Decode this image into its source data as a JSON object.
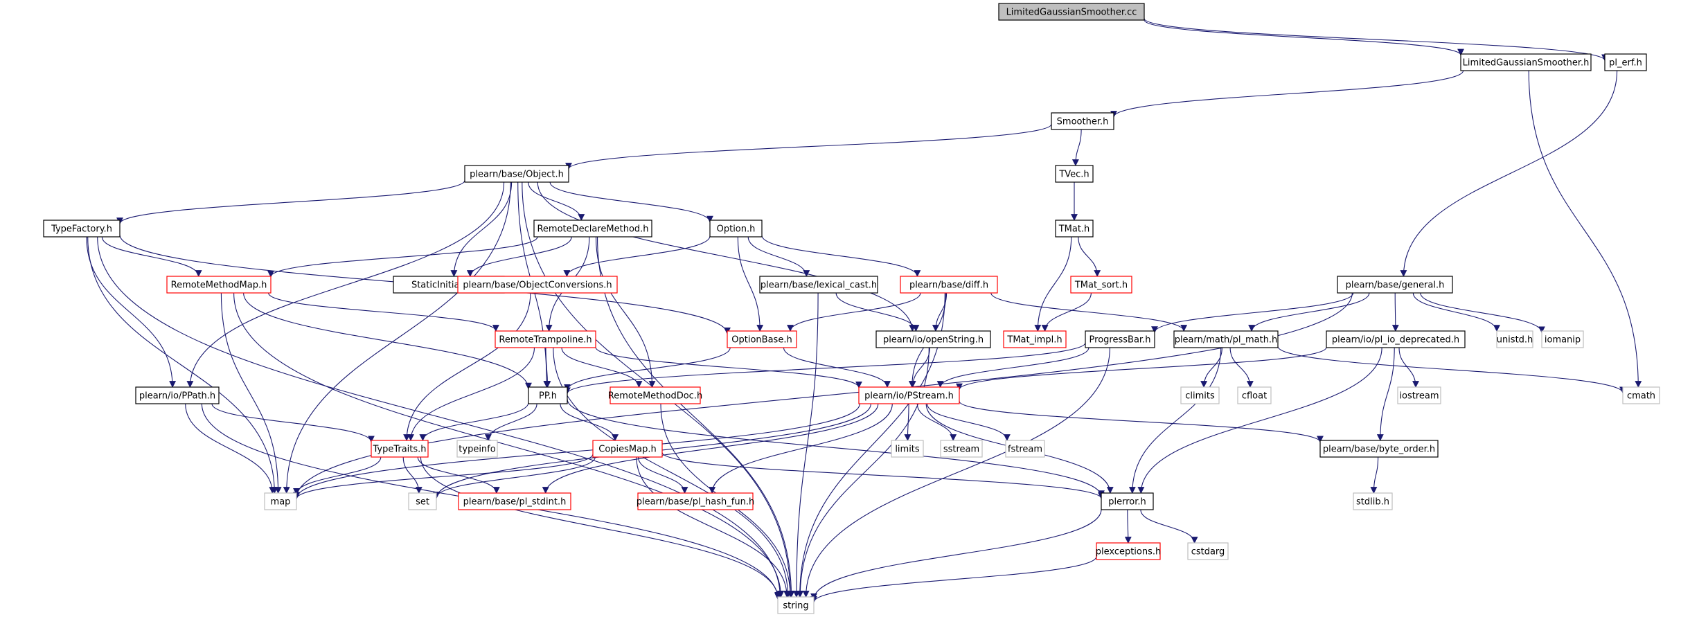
{
  "graph": {
    "colors": {
      "edge": "#191970",
      "box_root_fill": "#bfbfbf",
      "box_documented": "#000000",
      "box_truncated": "#ff0000",
      "box_external": "#bfbfbf"
    },
    "nodes": [
      {
        "id": "lgs_cc",
        "label": "LimitedGaussianSmoother.cc",
        "kind": "root"
      },
      {
        "id": "lgs_h",
        "label": "LimitedGaussianSmoother.h",
        "kind": "documented"
      },
      {
        "id": "pl_erf",
        "label": "pl_erf.h",
        "kind": "documented"
      },
      {
        "id": "smoother",
        "label": "Smoother.h",
        "kind": "documented"
      },
      {
        "id": "object",
        "label": "plearn/base/Object.h",
        "kind": "documented"
      },
      {
        "id": "tvec",
        "label": "TVec.h",
        "kind": "documented"
      },
      {
        "id": "typefactory",
        "label": "TypeFactory.h",
        "kind": "documented"
      },
      {
        "id": "remotedeclare",
        "label": "RemoteDeclareMethod.h",
        "kind": "documented"
      },
      {
        "id": "option",
        "label": "Option.h",
        "kind": "documented"
      },
      {
        "id": "tmat",
        "label": "TMat.h",
        "kind": "documented"
      },
      {
        "id": "remotemethodmap",
        "label": "RemoteMethodMap.h",
        "kind": "truncated"
      },
      {
        "id": "staticinit",
        "label": "StaticInitializer.h",
        "kind": "documented"
      },
      {
        "id": "objconv",
        "label": "plearn/base/ObjectConversions.h",
        "kind": "truncated"
      },
      {
        "id": "lexcast",
        "label": "plearn/base/lexical_cast.h",
        "kind": "documented"
      },
      {
        "id": "diff",
        "label": "plearn/base/diff.h",
        "kind": "truncated"
      },
      {
        "id": "tmatsort",
        "label": "TMat_sort.h",
        "kind": "truncated"
      },
      {
        "id": "general",
        "label": "plearn/base/general.h",
        "kind": "documented"
      },
      {
        "id": "remotetramp",
        "label": "RemoteTrampoline.h",
        "kind": "truncated"
      },
      {
        "id": "optionbase",
        "label": "OptionBase.h",
        "kind": "truncated"
      },
      {
        "id": "openstring",
        "label": "plearn/io/openString.h",
        "kind": "documented"
      },
      {
        "id": "tmatimpl",
        "label": "TMat_impl.h",
        "kind": "truncated"
      },
      {
        "id": "progressbar",
        "label": "ProgressBar.h",
        "kind": "documented"
      },
      {
        "id": "plmath",
        "label": "plearn/math/pl_math.h",
        "kind": "documented"
      },
      {
        "id": "pliodep",
        "label": "plearn/io/pl_io_deprecated.h",
        "kind": "documented"
      },
      {
        "id": "unistd",
        "label": "unistd.h",
        "kind": "external"
      },
      {
        "id": "iomanip",
        "label": "iomanip",
        "kind": "external"
      },
      {
        "id": "ppath",
        "label": "plearn/io/PPath.h",
        "kind": "documented"
      },
      {
        "id": "pp",
        "label": "PP.h",
        "kind": "documented"
      },
      {
        "id": "remotemethoddoc",
        "label": "RemoteMethodDoc.h",
        "kind": "truncated"
      },
      {
        "id": "pstream",
        "label": "plearn/io/PStream.h",
        "kind": "truncated"
      },
      {
        "id": "climits",
        "label": "climits",
        "kind": "external"
      },
      {
        "id": "cfloat",
        "label": "cfloat",
        "kind": "external"
      },
      {
        "id": "iostream",
        "label": "iostream",
        "kind": "external"
      },
      {
        "id": "cmath",
        "label": "cmath",
        "kind": "external"
      },
      {
        "id": "typetraits",
        "label": "TypeTraits.h",
        "kind": "truncated"
      },
      {
        "id": "typeinfo",
        "label": "typeinfo",
        "kind": "external"
      },
      {
        "id": "copiesmap",
        "label": "CopiesMap.h",
        "kind": "truncated"
      },
      {
        "id": "limits",
        "label": "limits",
        "kind": "external"
      },
      {
        "id": "sstream",
        "label": "sstream",
        "kind": "external"
      },
      {
        "id": "fstream",
        "label": "fstream",
        "kind": "external"
      },
      {
        "id": "byteorder",
        "label": "plearn/base/byte_order.h",
        "kind": "documented"
      },
      {
        "id": "map",
        "label": "map",
        "kind": "external"
      },
      {
        "id": "set",
        "label": "set",
        "kind": "external"
      },
      {
        "id": "plstdint",
        "label": "plearn/base/pl_stdint.h",
        "kind": "truncated"
      },
      {
        "id": "plhashfun",
        "label": "plearn/base/pl_hash_fun.h",
        "kind": "truncated"
      },
      {
        "id": "plerror",
        "label": "plerror.h",
        "kind": "documented"
      },
      {
        "id": "stdlib",
        "label": "stdlib.h",
        "kind": "external"
      },
      {
        "id": "plexceptions",
        "label": "plexceptions.h",
        "kind": "truncated"
      },
      {
        "id": "cstdarg",
        "label": "cstdarg",
        "kind": "external"
      },
      {
        "id": "string",
        "label": "string",
        "kind": "external"
      }
    ],
    "edges": [
      [
        "lgs_cc",
        "lgs_h"
      ],
      [
        "lgs_cc",
        "pl_erf"
      ],
      [
        "lgs_h",
        "smoother"
      ],
      [
        "lgs_h",
        "cmath"
      ],
      [
        "pl_erf",
        "general"
      ],
      [
        "smoother",
        "object"
      ],
      [
        "smoother",
        "tvec"
      ],
      [
        "tvec",
        "tmat"
      ],
      [
        "tmat",
        "tmatsort"
      ],
      [
        "tmat",
        "tmatimpl"
      ],
      [
        "tmatsort",
        "tmatimpl"
      ],
      [
        "object",
        "typefactory"
      ],
      [
        "object",
        "remotedeclare"
      ],
      [
        "object",
        "option"
      ],
      [
        "object",
        "staticinit"
      ],
      [
        "object",
        "ppath"
      ],
      [
        "object",
        "pp"
      ],
      [
        "object",
        "openstring"
      ],
      [
        "object",
        "map"
      ],
      [
        "object",
        "string"
      ],
      [
        "typefactory",
        "remotemethodmap"
      ],
      [
        "typefactory",
        "ppath"
      ],
      [
        "typefactory",
        "optionbase"
      ],
      [
        "typefactory",
        "map"
      ],
      [
        "typefactory",
        "string"
      ],
      [
        "remotedeclare",
        "remotemethodmap"
      ],
      [
        "remotedeclare",
        "staticinit"
      ],
      [
        "remotedeclare",
        "remotetramp"
      ],
      [
        "remotedeclare",
        "remotemethoddoc"
      ],
      [
        "remotedeclare",
        "string"
      ],
      [
        "option",
        "objconv"
      ],
      [
        "option",
        "lexcast"
      ],
      [
        "option",
        "diff"
      ],
      [
        "option",
        "optionbase"
      ],
      [
        "remotemethodmap",
        "remotetramp"
      ],
      [
        "remotemethodmap",
        "pp"
      ],
      [
        "remotemethodmap",
        "map"
      ],
      [
        "remotemethodmap",
        "string"
      ],
      [
        "objconv",
        "typetraits"
      ],
      [
        "lexcast",
        "openstring"
      ],
      [
        "lexcast",
        "string"
      ],
      [
        "diff",
        "optionbase"
      ],
      [
        "diff",
        "openstring"
      ],
      [
        "diff",
        "pstream"
      ],
      [
        "diff",
        "plmath"
      ],
      [
        "diff",
        "string"
      ],
      [
        "general",
        "progressbar"
      ],
      [
        "general",
        "plmath"
      ],
      [
        "general",
        "pliodep"
      ],
      [
        "general",
        "unistd"
      ],
      [
        "general",
        "iomanip"
      ],
      [
        "general",
        "map"
      ],
      [
        "remotetramp",
        "pp"
      ],
      [
        "remotetramp",
        "remotemethoddoc"
      ],
      [
        "remotetramp",
        "pstream"
      ],
      [
        "remotetramp",
        "typetraits"
      ],
      [
        "remotetramp",
        "string"
      ],
      [
        "optionbase",
        "pp"
      ],
      [
        "optionbase",
        "pstream"
      ],
      [
        "openstring",
        "pstream"
      ],
      [
        "openstring",
        "string"
      ],
      [
        "progressbar",
        "pstream"
      ],
      [
        "progressbar",
        "pp"
      ],
      [
        "progressbar",
        "string"
      ],
      [
        "plmath",
        "climits"
      ],
      [
        "plmath",
        "cfloat"
      ],
      [
        "plmath",
        "cmath"
      ],
      [
        "plmath",
        "plerror"
      ],
      [
        "pliodep",
        "pstream"
      ],
      [
        "pliodep",
        "iostream"
      ],
      [
        "pliodep",
        "byteorder"
      ],
      [
        "pliodep",
        "plerror"
      ],
      [
        "ppath",
        "typetraits"
      ],
      [
        "ppath",
        "map"
      ],
      [
        "ppath",
        "string"
      ],
      [
        "pp",
        "typetraits"
      ],
      [
        "pp",
        "typeinfo"
      ],
      [
        "pp",
        "copiesmap"
      ],
      [
        "pp",
        "plerror"
      ],
      [
        "remotemethoddoc",
        "string"
      ],
      [
        "pstream",
        "limits"
      ],
      [
        "pstream",
        "sstream"
      ],
      [
        "pstream",
        "fstream"
      ],
      [
        "pstream",
        "byteorder"
      ],
      [
        "pstream",
        "plerror"
      ],
      [
        "pstream",
        "map"
      ],
      [
        "pstream",
        "set"
      ],
      [
        "pstream",
        "plstdint"
      ],
      [
        "pstream",
        "plhashfun"
      ],
      [
        "typetraits",
        "map"
      ],
      [
        "typetraits",
        "set"
      ],
      [
        "typetraits",
        "plstdint"
      ],
      [
        "typetraits",
        "string"
      ],
      [
        "copiesmap",
        "map"
      ],
      [
        "copiesmap",
        "set"
      ],
      [
        "copiesmap",
        "plhashfun"
      ],
      [
        "copiesmap",
        "plerror"
      ],
      [
        "copiesmap",
        "string"
      ],
      [
        "byteorder",
        "stdlib"
      ],
      [
        "plerror",
        "plexceptions"
      ],
      [
        "plerror",
        "cstdarg"
      ],
      [
        "plerror",
        "string"
      ],
      [
        "plexceptions",
        "string"
      ]
    ]
  }
}
